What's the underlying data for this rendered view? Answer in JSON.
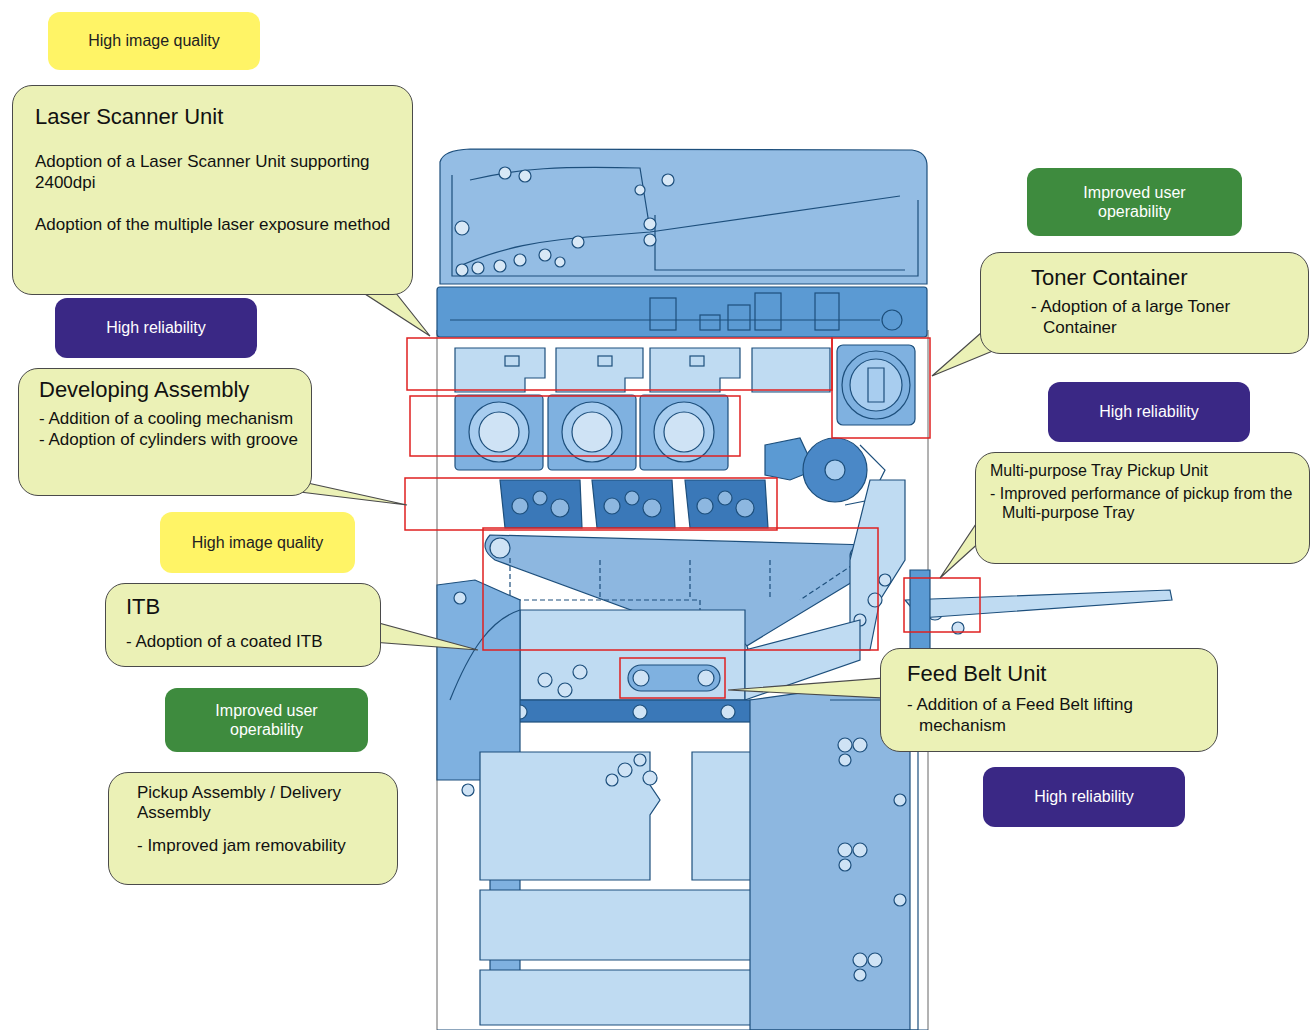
{
  "diagram": {
    "nodes": [
      {
        "text": [
          "High image quality"
        ]
      },
      {
        "text": [
          "Laser Scanner Unit",
          "Adoption of a Laser Scanner Unit supporting 2400dpi",
          "Adoption of the multiple laser exposure method"
        ]
      },
      {
        "text": [
          "Improved user operability"
        ]
      },
      {
        "text": [
          "Toner Container",
          "- Adoption of a large Toner Container"
        ]
      },
      {
        "text": [
          "High reliability"
        ]
      },
      {
        "text": [
          "Developing Assembly",
          "- Addition of a cooling mechanism",
          "- Adoption of cylinders with groove"
        ]
      },
      {
        "text": [
          "High reliability"
        ]
      },
      {
        "text": [
          "Multi-purpose Tray Pickup Unit",
          "- Improved performance of pickup from the Multi-purpose Tray"
        ]
      },
      {
        "text": [
          "High image quality"
        ]
      },
      {
        "text": [
          "ITB",
          "- Adoption of a coated ITB"
        ]
      },
      {
        "text": [
          "Feed Belt Unit",
          "- Addition of a Feed Belt lifting mechanism"
        ]
      },
      {
        "text": [
          "Improved user operability"
        ]
      },
      {
        "text": [
          "High reliability"
        ]
      },
      {
        "text": [
          "Pickup Assembly / Delivery Assembly",
          "- Improved jam removability"
        ]
      }
    ]
  }
}
